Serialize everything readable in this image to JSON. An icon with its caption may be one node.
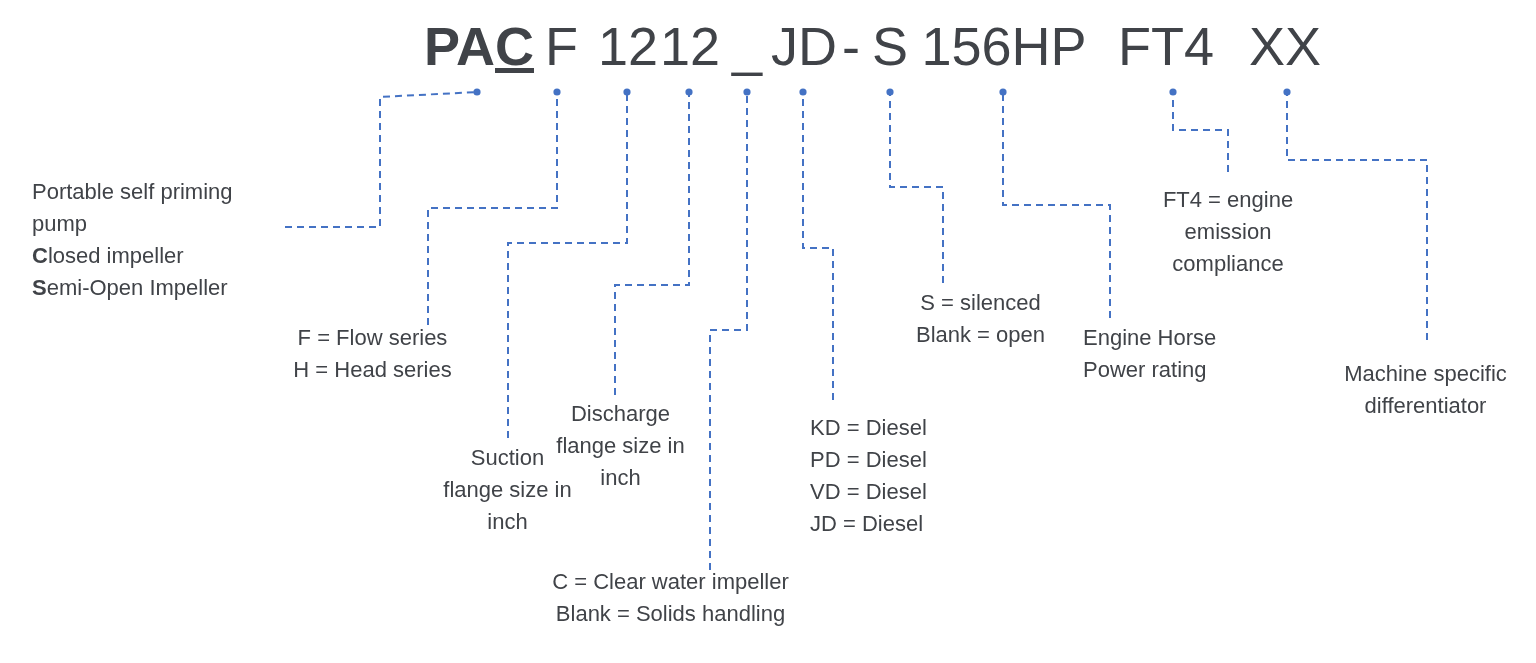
{
  "diagram": {
    "nodes": [
      {
        "text": [
          "PAC"
        ]
      },
      {
        "text": [
          "F"
        ]
      },
      {
        "text": [
          "12"
        ]
      },
      {
        "text": [
          "12"
        ]
      },
      {
        "text": [
          "_"
        ]
      },
      {
        "text": [
          "JD"
        ]
      },
      {
        "text": [
          "S"
        ]
      },
      {
        "text": [
          "156HP"
        ]
      },
      {
        "text": [
          "FT4"
        ]
      },
      {
        "text": [
          "XX"
        ]
      },
      {
        "text": [
          "Portable self priming pump",
          "**C**losed impeller",
          "**S**emi-Open Impeller"
        ]
      },
      {
        "text": [
          "F = Flow series",
          "H = Head series"
        ]
      },
      {
        "text": [
          "Suction flange size in inch"
        ]
      },
      {
        "text": [
          "Discharge flange size in inch"
        ]
      },
      {
        "text": [
          "C = Clear water impeller",
          "Blank = Solids handling"
        ]
      },
      {
        "text": [
          "KD = Diesel",
          "PD = Diesel",
          "VD = Diesel",
          "JD = Diesel"
        ]
      },
      {
        "text": [
          "S = silenced",
          "Blank = open"
        ]
      },
      {
        "text": [
          "Engine Horse Power rating"
        ]
      },
      {
        "text": [
          "FT4 = engine emission compliance"
        ]
      },
      {
        "text": [
          "Machine specific differentiator"
        ]
      }
    ],
    "edges": [
      {
        "from": 10,
        "to": 0,
        "arrow": "other"
      },
      {
        "from": 11,
        "to": 1,
        "arrow": "other"
      },
      {
        "from": 12,
        "to": 2,
        "arrow": "other"
      },
      {
        "from": 13,
        "to": 3,
        "arrow": "other"
      },
      {
        "from": 14,
        "to": 4,
        "arrow": "other"
      },
      {
        "from": 15,
        "to": 5,
        "arrow": "other"
      },
      {
        "from": 16,
        "to": 6,
        "arrow": "other"
      },
      {
        "from": 17,
        "to": 7,
        "arrow": "other"
      },
      {
        "from": 18,
        "to": 8,
        "arrow": "other"
      },
      {
        "from": 19,
        "to": 9,
        "arrow": "other"
      }
    ],
    "labels": [
      "-"
    ]
  }
}
